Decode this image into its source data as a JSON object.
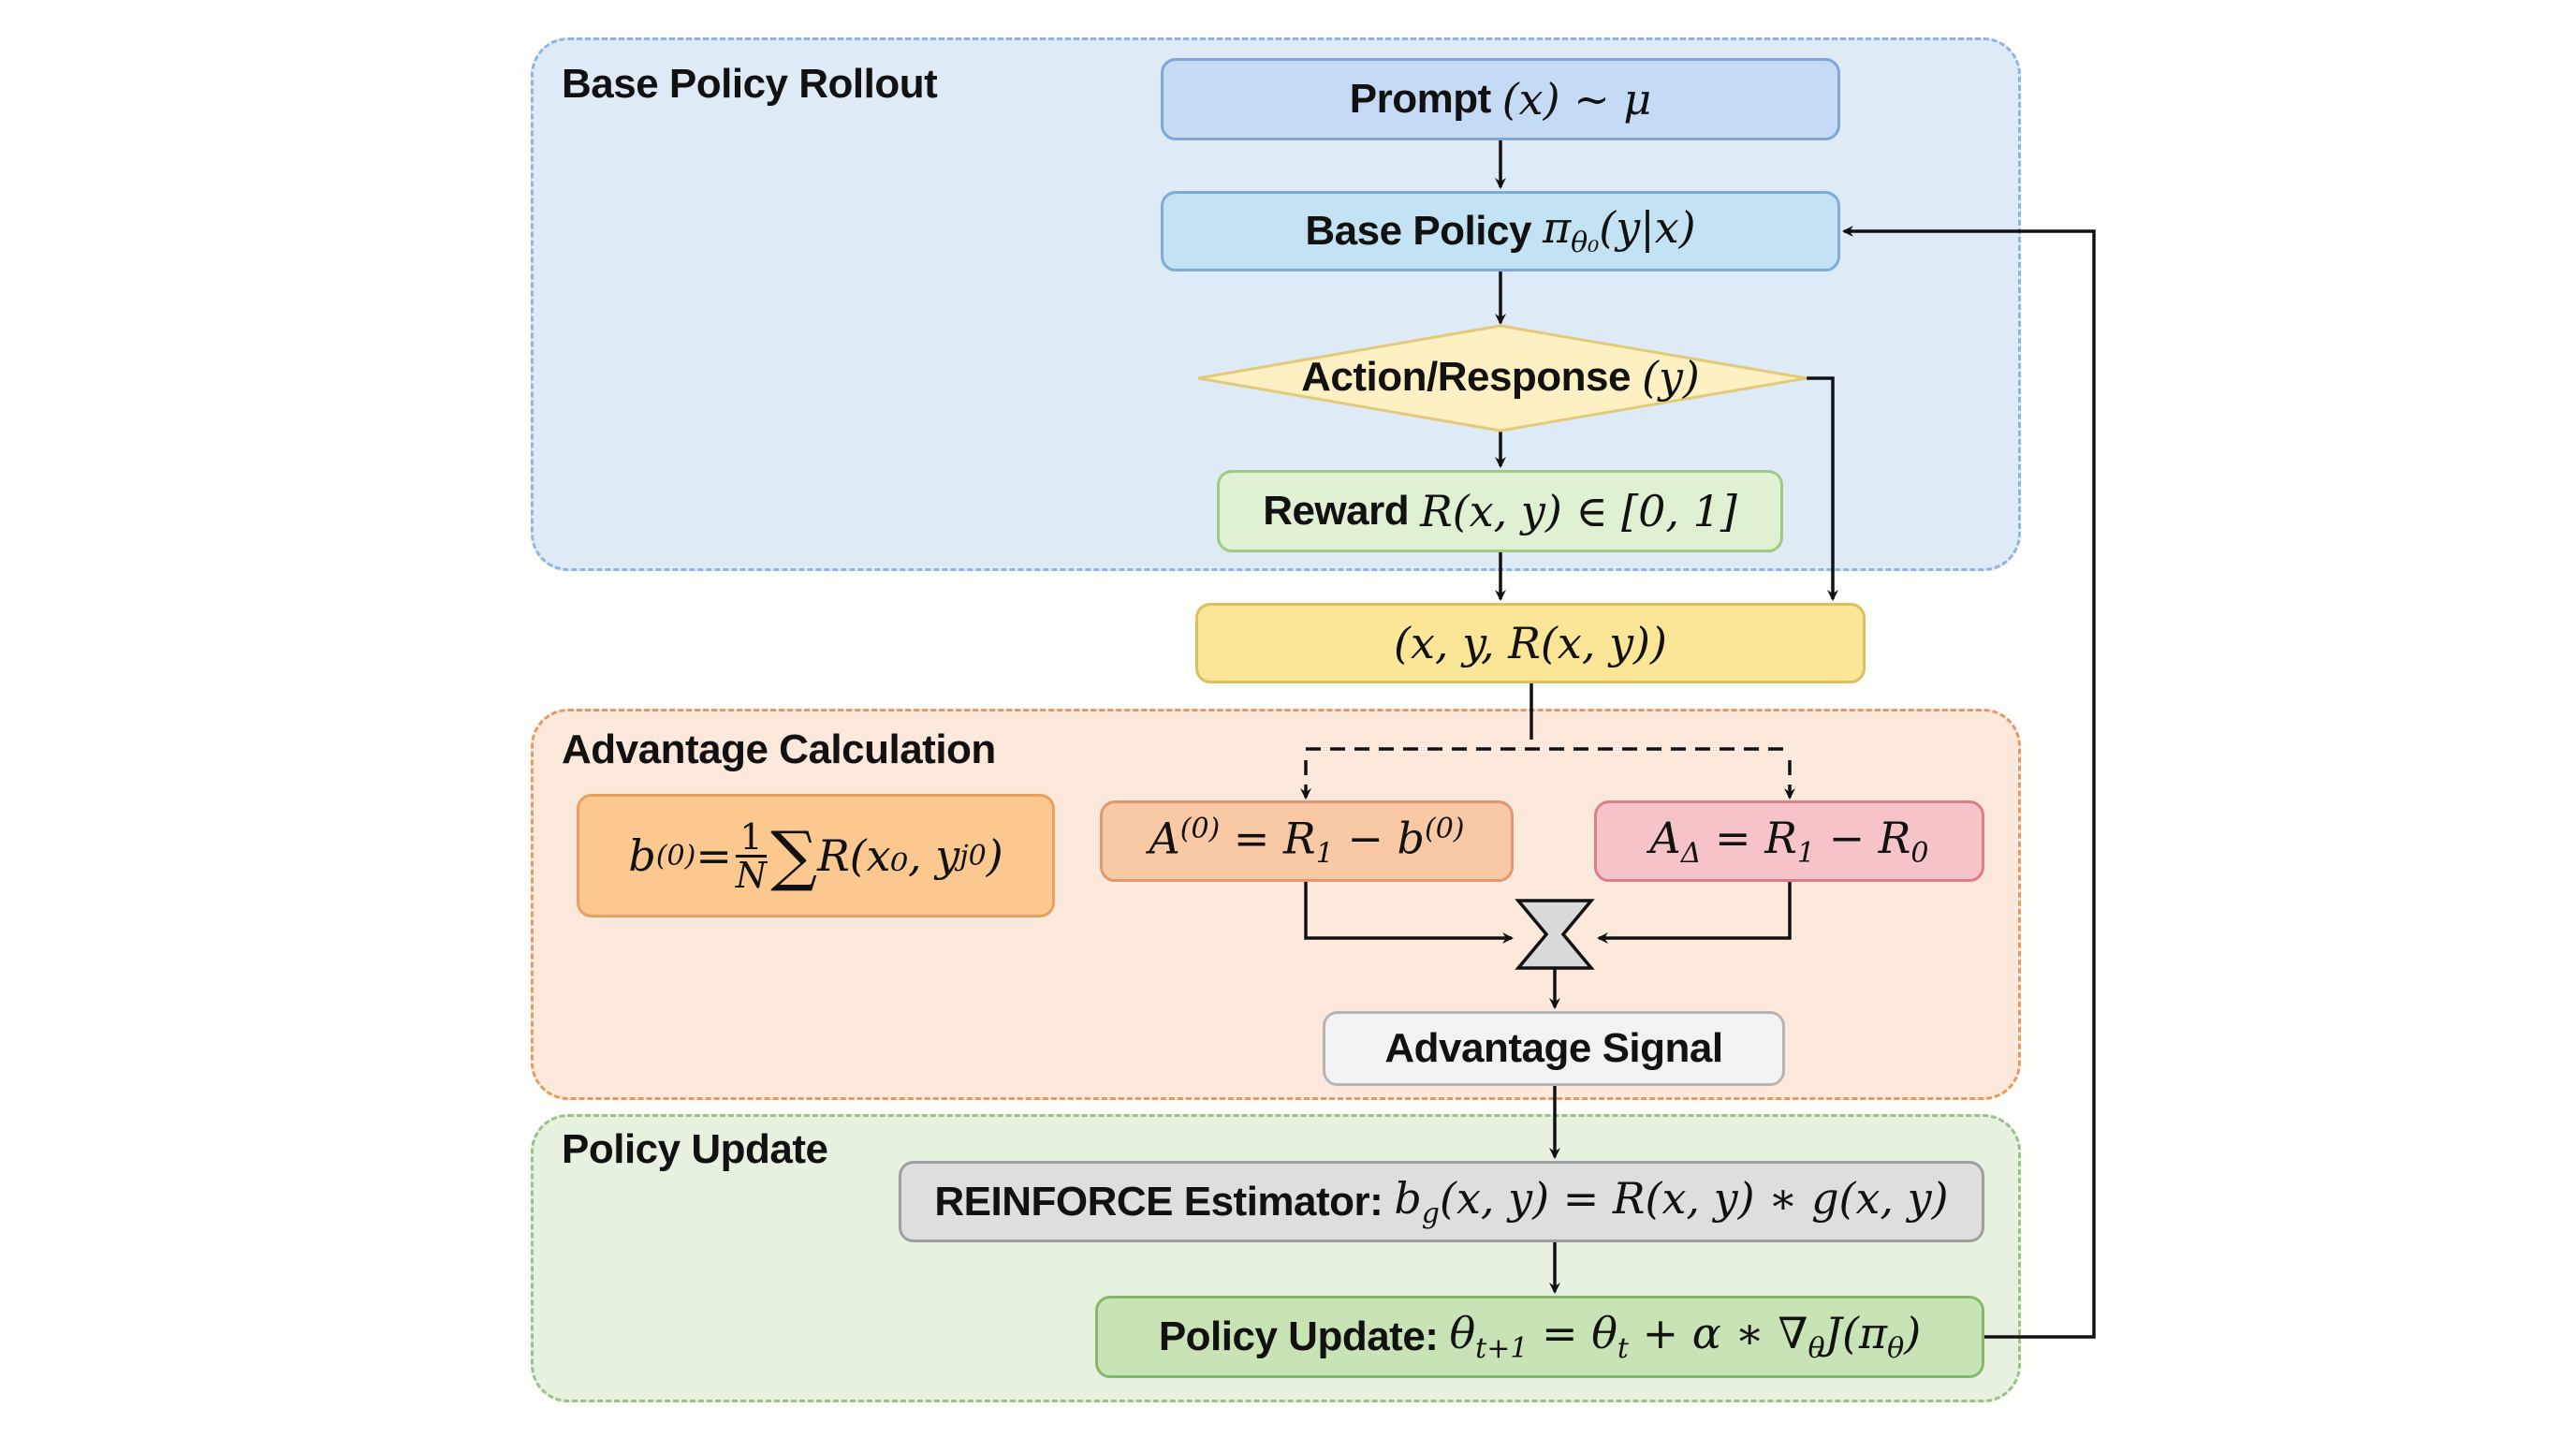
{
  "groups": {
    "rollout": {
      "title": "Base Policy Rollout"
    },
    "advantage": {
      "title": "Advantage Calculation"
    },
    "update": {
      "title": "Policy Update"
    }
  },
  "nodes": {
    "prompt": {
      "label": "Prompt",
      "math": "(x) ~ μ"
    },
    "base_policy": {
      "label": "Base Policy",
      "math_main": "π",
      "math_sub": "θ₀",
      "math_tail": "(y|x)"
    },
    "action": {
      "label": "Action/Response",
      "math": "(y)"
    },
    "reward": {
      "label": "Reward",
      "math": "R(x, y) ∈ [0, 1]"
    },
    "tuple": {
      "math": "(x, y, R(x, y))"
    },
    "baseline": {
      "lhs": "b",
      "lhs_sup": "(0)",
      "eq": " = ",
      "num": "1",
      "den": "N",
      "sum": "∑",
      "rhs": "R(x₀, y",
      "rhs_sub": "j0",
      "rhs_close": ")"
    },
    "adv0": {
      "a": "A",
      "a_sup": "(0)",
      "mid": " = R",
      "mid_sub": "1",
      "minus": " − b",
      "b_sup": "(0)"
    },
    "adv_delta": {
      "a": "A",
      "a_sub": "Δ",
      "mid": " = R",
      "mid_sub": "1",
      "minus": " − R",
      "end_sub": "0"
    },
    "advantage_signal": {
      "label": "Advantage Signal"
    },
    "reinforce": {
      "label": "REINFORCE Estimator:",
      "b": "b",
      "b_sub": "g",
      "rest": "(x, y) = R(x, y) ∗ g(x, y)"
    },
    "policy_update": {
      "label": "Policy Update:",
      "t": "θ",
      "t_sub": "t+1",
      "eq": " = θ",
      "eq_sub": "t",
      "rest": " + α ∗ ∇",
      "nabla_sub": "θ",
      "j": "J(π",
      "pi_sub": "θ",
      "close": ")"
    }
  },
  "colors": {
    "prompt": "#c5daf5",
    "base_policy": "#c3e2f3",
    "action": "#fdf0c2",
    "reward": "#dff0d3",
    "tuple": "#fbe596",
    "baseline": "#fbc890",
    "adv0": "#f9c9a6",
    "adv_delta": "#f6c4c8",
    "signal": "#f2f2f2",
    "reinforce": "#dedede",
    "policy_update": "#c8e3b5"
  }
}
